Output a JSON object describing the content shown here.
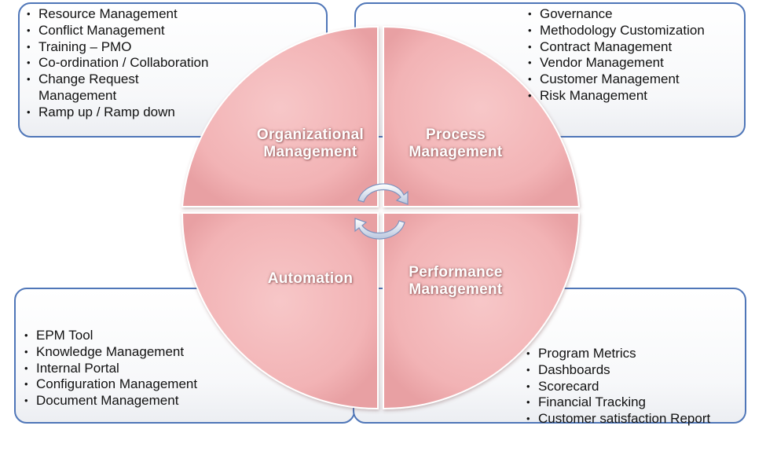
{
  "organizational": {
    "title_line1": "Organizational",
    "title_line2": "Management",
    "items": [
      "Resource Management",
      "Conflict Management",
      "Training – PMO",
      "Co-ordination / Collaboration",
      "Change Request",
      "Management",
      "Ramp up / Ramp down"
    ]
  },
  "process": {
    "title_line1": "Process",
    "title_line2": "Management",
    "items": [
      "Governance",
      "Methodology Customization",
      "Contract Management",
      "Vendor Management",
      "Customer Management",
      "Risk Management"
    ]
  },
  "automation": {
    "title": "Automation",
    "items": [
      "EPM Tool",
      "Knowledge Management",
      "Internal Portal",
      "Configuration Management",
      "Document Management"
    ]
  },
  "performance": {
    "title_line1": "Performance",
    "title_line2": "Management",
    "items": [
      "Program Metrics",
      "Dashboards",
      "Scorecard",
      "Financial Tracking",
      "Customer satisfaction Report"
    ]
  }
}
